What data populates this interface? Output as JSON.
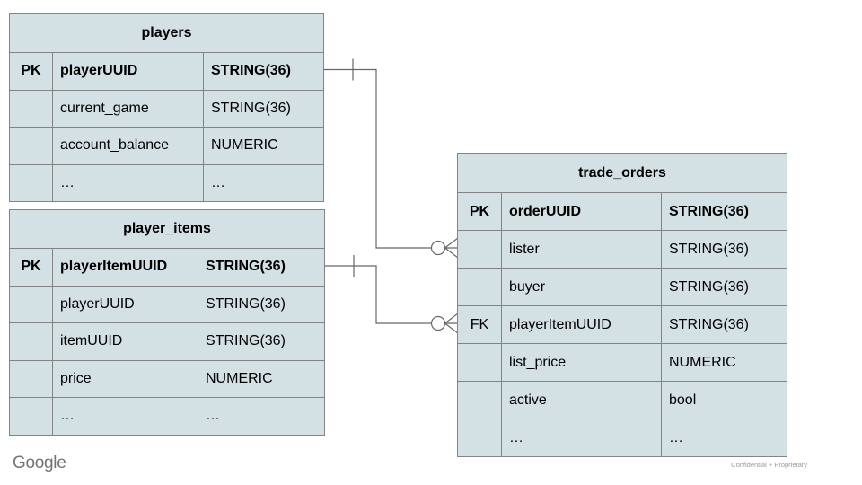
{
  "colors": {
    "cell_fill": "#d3e0e4",
    "border": "#848484",
    "line": "#666666",
    "text": "#000000",
    "footer_gray": "#737373",
    "note_gray": "#9a9a9a",
    "bg": "#ffffff"
  },
  "diagram_type": "entity-relationship",
  "tables": {
    "players": {
      "title": "players",
      "rows": [
        {
          "key": "PK",
          "name": "playerUUID",
          "type": "STRING(36)"
        },
        {
          "key": "",
          "name": "current_game",
          "type": "STRING(36)"
        },
        {
          "key": "",
          "name": "account_balance",
          "type": "NUMERIC"
        },
        {
          "key": "",
          "name": "…",
          "type": "…"
        }
      ]
    },
    "player_items": {
      "title": "player_items",
      "rows": [
        {
          "key": "PK",
          "name": "playerItemUUID",
          "type": "STRING(36)"
        },
        {
          "key": "",
          "name": "playerUUID",
          "type": "STRING(36)"
        },
        {
          "key": "",
          "name": "itemUUID",
          "type": "STRING(36)"
        },
        {
          "key": "",
          "name": "price",
          "type": "NUMERIC"
        },
        {
          "key": "",
          "name": "…",
          "type": "…"
        }
      ]
    },
    "trade_orders": {
      "title": "trade_orders",
      "rows": [
        {
          "key": "PK",
          "name": "orderUUID",
          "type": "STRING(36)"
        },
        {
          "key": "",
          "name": "lister",
          "type": "STRING(36)"
        },
        {
          "key": "",
          "name": "buyer",
          "type": "STRING(36)"
        },
        {
          "key": "FK",
          "name": "playerItemUUID",
          "type": "STRING(36)"
        },
        {
          "key": "",
          "name": "list_price",
          "type": "NUMERIC"
        },
        {
          "key": "",
          "name": "active",
          "type": "bool"
        },
        {
          "key": "",
          "name": "…",
          "type": "…"
        }
      ]
    }
  },
  "relationships": [
    {
      "from": "players.playerUUID",
      "to": "trade_orders.lister",
      "cardinality": "one to zero-or-many"
    },
    {
      "from": "player_items.playerItemUUID",
      "to": "trade_orders.playerItemUUID",
      "cardinality": "one to zero-or-many"
    }
  ],
  "footer": {
    "brand": "Google",
    "note": "Confidential + Proprietary"
  }
}
